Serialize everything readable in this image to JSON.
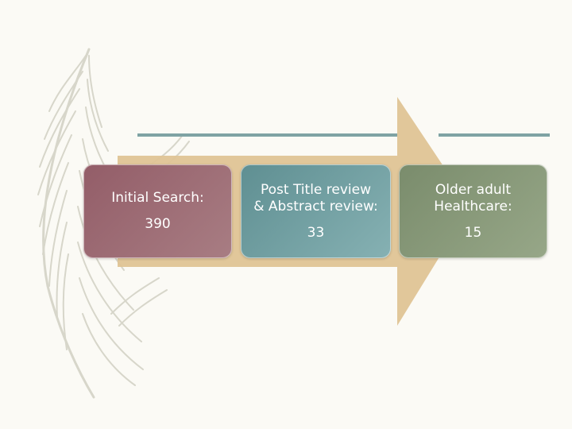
{
  "colors": {
    "background": "#fbfaf5",
    "arrow": "#dfc495",
    "rule": "#7fa3a4",
    "feather": "#d7d6ca",
    "box_1": "#9b6b74",
    "box_2": "#6e9ea1",
    "box_3": "#84957a"
  },
  "steps": [
    {
      "label": "Initial Search:",
      "value": "390"
    },
    {
      "label": "Post Title review\n& Abstract review:",
      "value": "33"
    },
    {
      "label": "Older adult\nHealthcare:",
      "value": "15"
    }
  ]
}
